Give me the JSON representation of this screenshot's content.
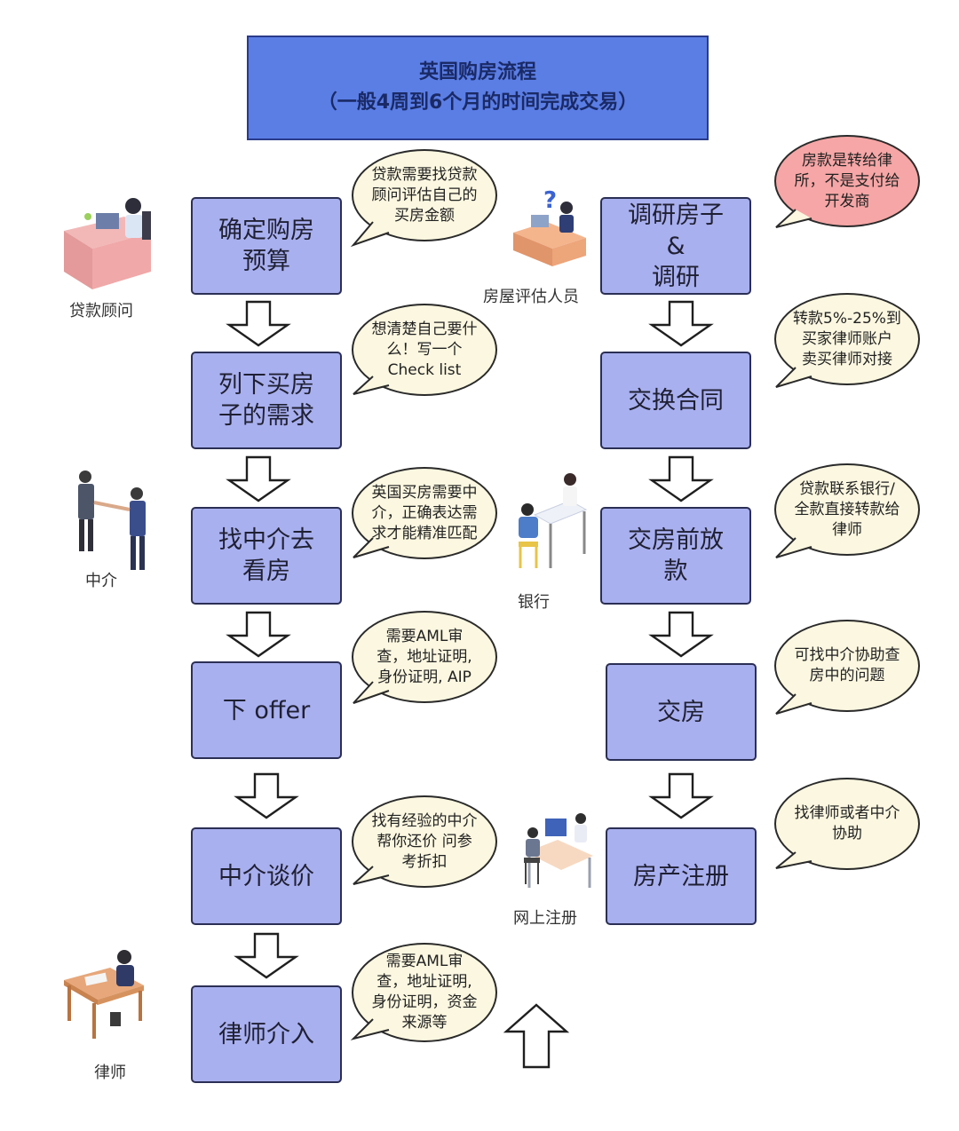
{
  "title": {
    "line1": "英国购房流程",
    "line2": "（一般4周到6个月的时间完成交易）"
  },
  "left_steps": [
    {
      "line1": "确定购房",
      "line2": "预算"
    },
    {
      "line1": "列下买房",
      "line2": "子的需求"
    },
    {
      "line1": "找中介去",
      "line2": "看房"
    },
    {
      "line1": "下 offer"
    },
    {
      "line1": "中介谈价"
    },
    {
      "line1": "律师介入"
    }
  ],
  "right_steps": [
    {
      "line1": "调研房子",
      "line2": "&",
      "line3": "调研"
    },
    {
      "line1": "交换合同"
    },
    {
      "line1": "交房前放",
      "line2": "款"
    },
    {
      "line1": "交房"
    },
    {
      "line1": "房产注册"
    }
  ],
  "left_bubbles": [
    {
      "line1": "贷款需要找贷款",
      "line2": "顾问评估自己的",
      "line3": "买房金额"
    },
    {
      "line1": "想清楚自己要什",
      "line2": "么！写一个",
      "line3": "Check list"
    },
    {
      "line1": "英国买房需要中",
      "line2": "介，正确表达需",
      "line3": "求才能精准匹配"
    },
    {
      "line1": "需要AML审",
      "line2": "查，地址证明,",
      "line3": "身份证明, AIP"
    },
    {
      "line1": "找有经验的中介",
      "line2": "帮你还价 问参",
      "line3": "考折扣"
    },
    {
      "line1": "需要AML审",
      "line2": "查，地址证明,",
      "line3": "身份证明，资金",
      "line4": "来源等"
    }
  ],
  "right_bubbles": [
    {
      "line1": "房款是转给律",
      "line2": "所，不是支付给",
      "line3": "开发商"
    },
    {
      "line1": "转款5%-25%到",
      "line2": "买家律师账户",
      "line3": "卖买律师对接"
    },
    {
      "line1": "贷款联系银行/",
      "line2": "全款直接转款给",
      "line3": "律师"
    },
    {
      "line1": "可找中介协助查",
      "line2": "房中的问题"
    },
    {
      "line1": "找律师或者中介",
      "line2": "协助"
    }
  ],
  "captions": {
    "loan_advisor": "贷款顾问",
    "agent": "中介",
    "lawyer": "律师",
    "surveyor": "房屋评估人员",
    "bank": "银行",
    "online_registration": "网上注册"
  },
  "colors": {
    "title_fill": "#5b7ee5",
    "step_fill": "#a9b0ef",
    "bubble_fill": "#fbf7e0",
    "warning_bubble_fill": "#f6a6a6"
  }
}
